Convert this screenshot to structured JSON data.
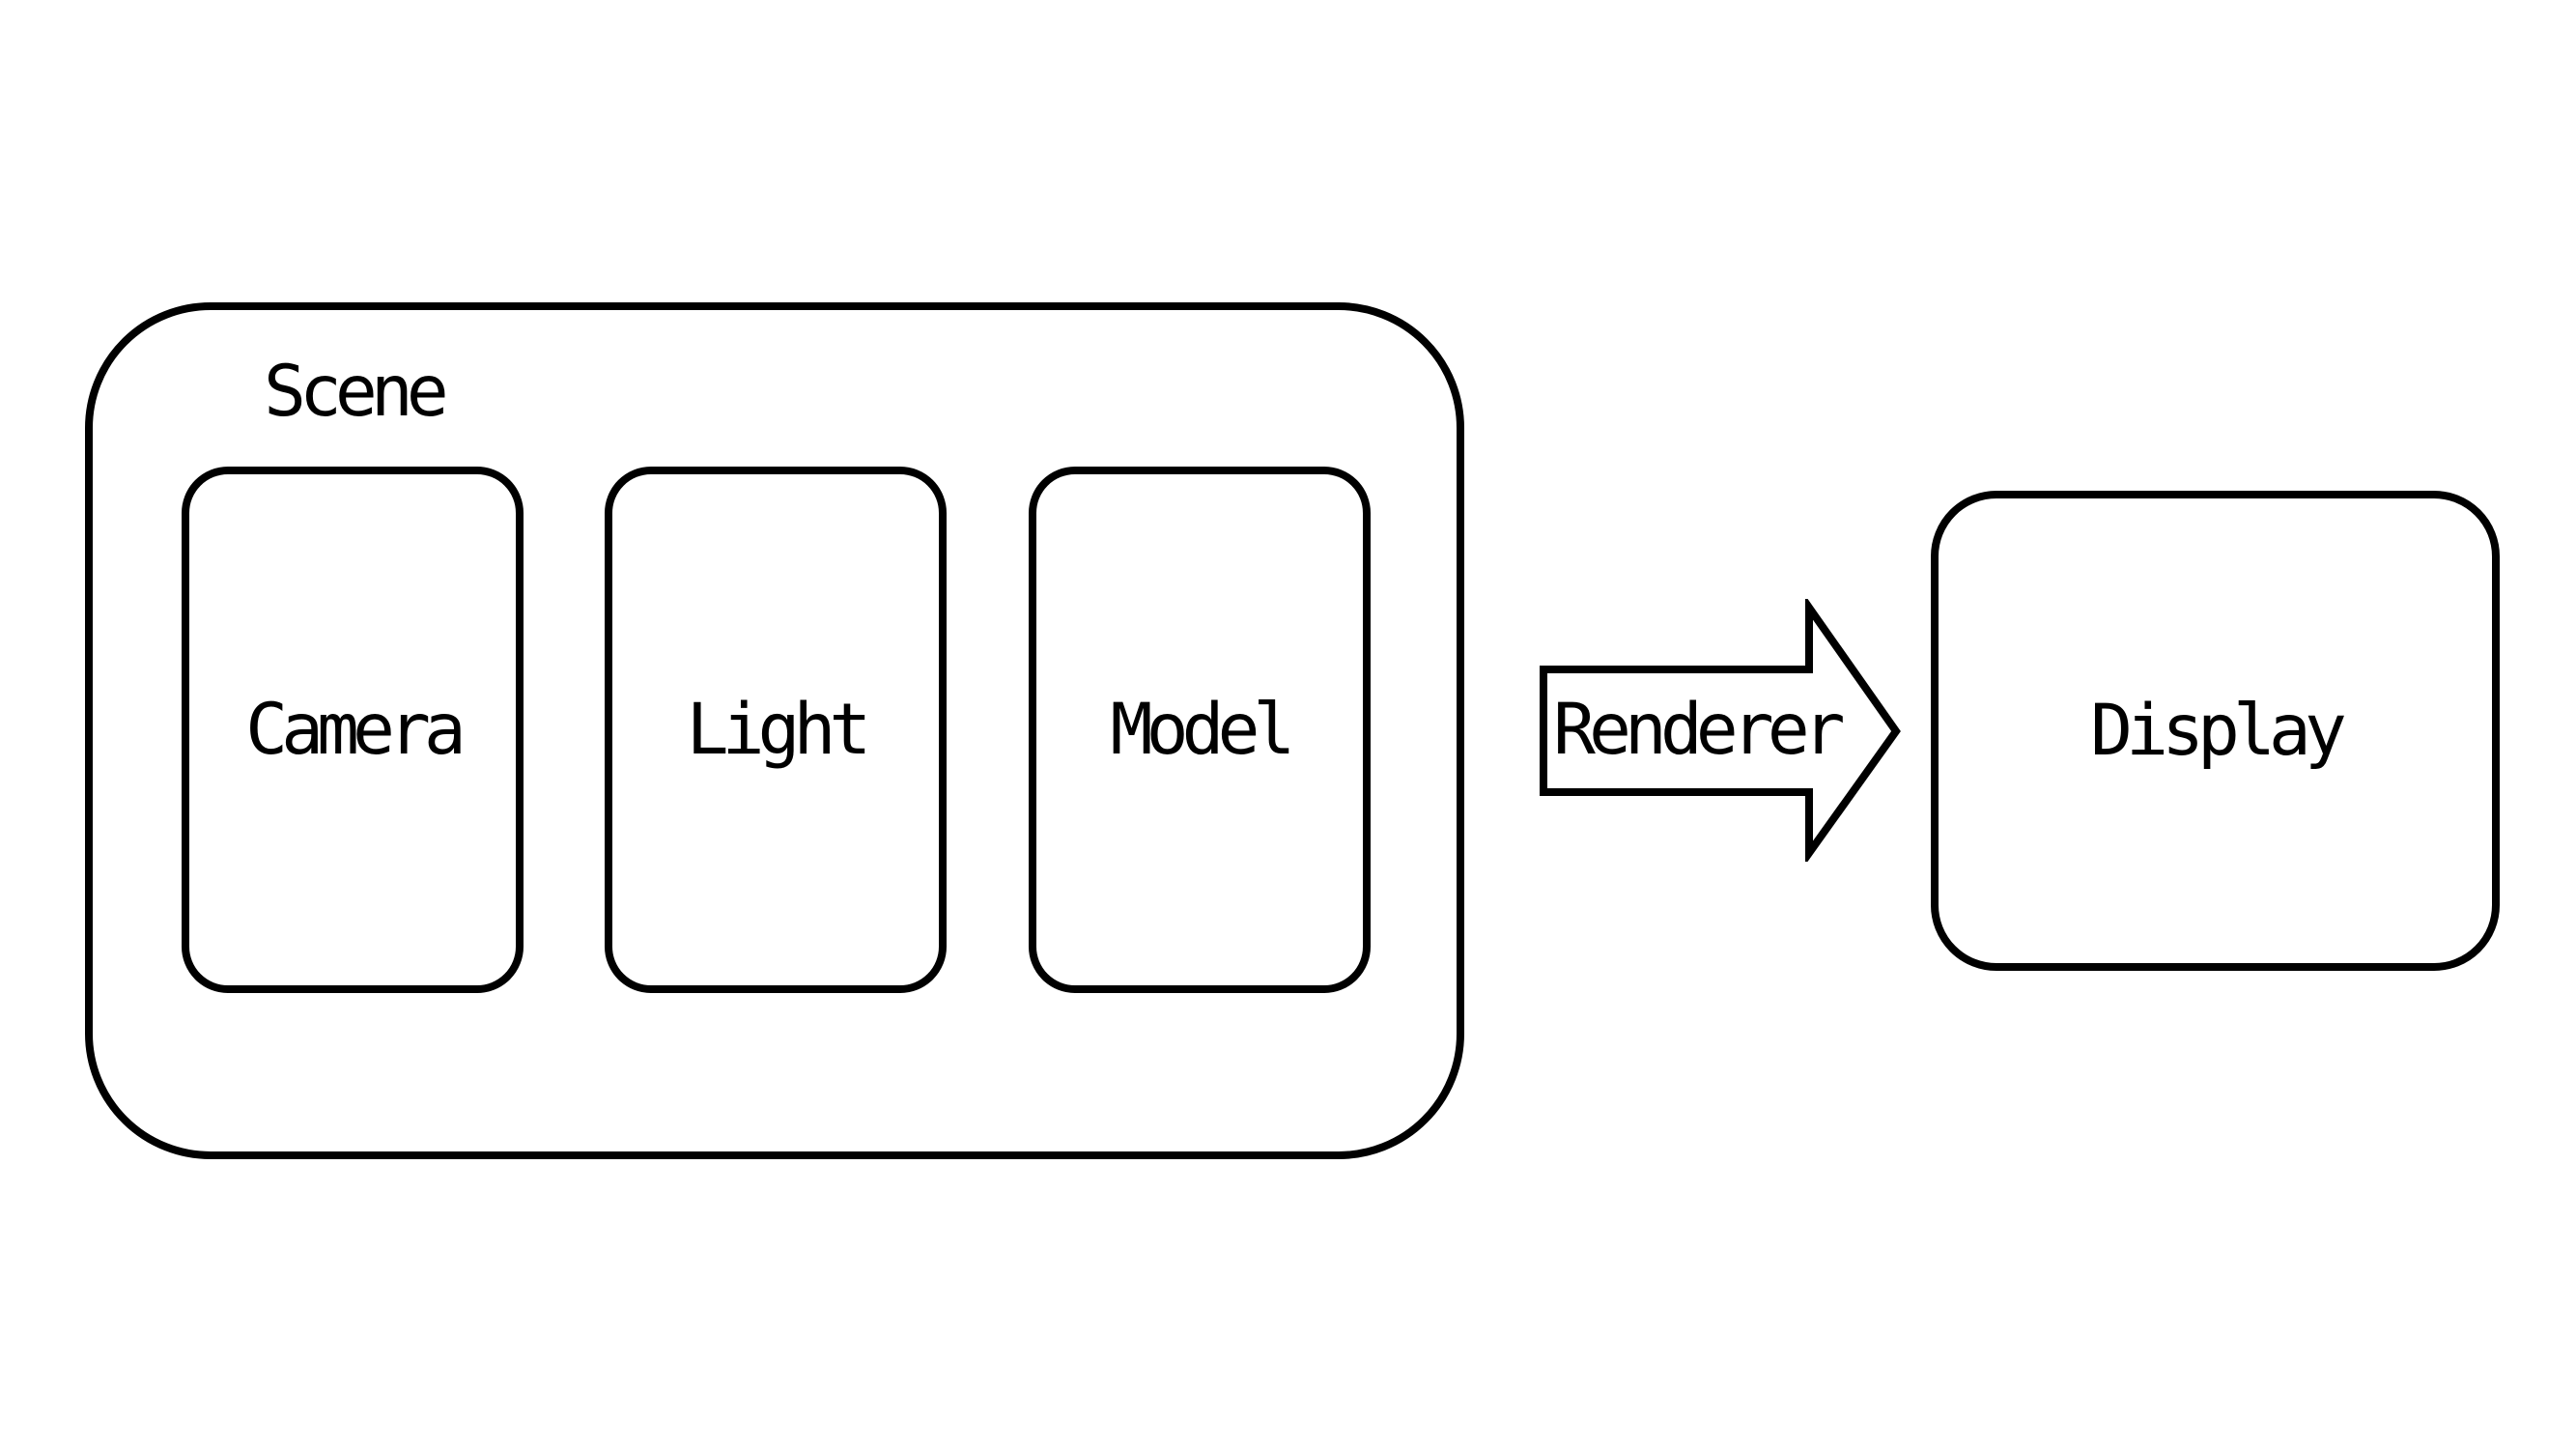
{
  "colors": {
    "background": "#ffffff",
    "stroke": "#000000",
    "shape_fill": "#ffffff",
    "text": "#000000"
  },
  "scene": {
    "label": "Scene",
    "children": [
      {
        "label": "Camera"
      },
      {
        "label": "Light"
      },
      {
        "label": "Model"
      }
    ]
  },
  "arrow": {
    "label": "Renderer"
  },
  "display": {
    "label": "Display"
  }
}
